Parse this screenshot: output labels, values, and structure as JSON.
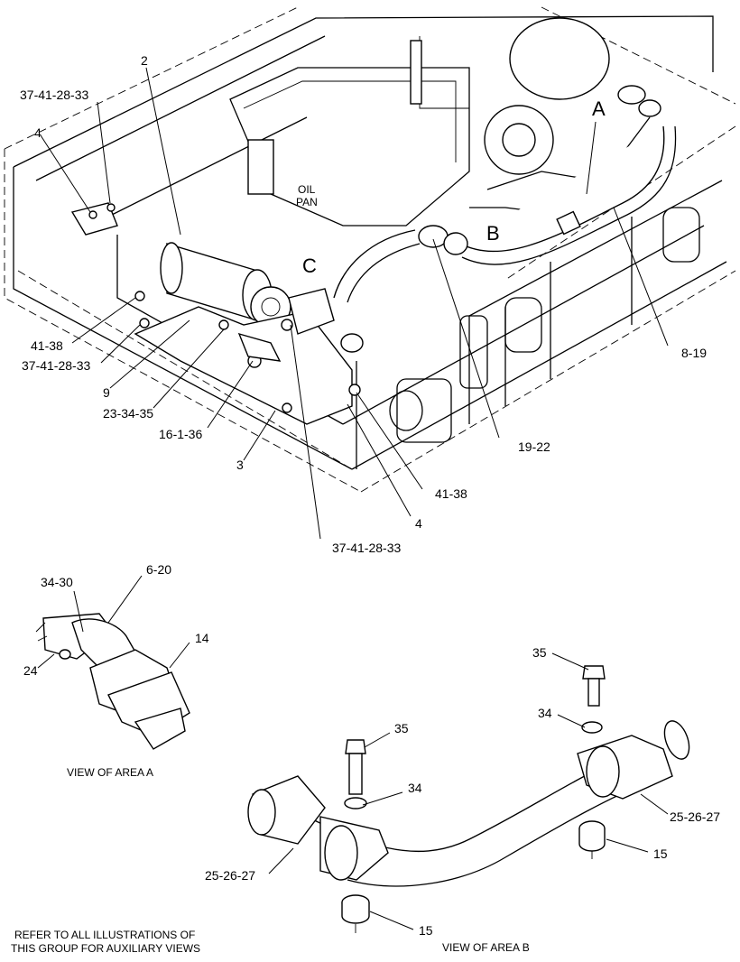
{
  "labels": {
    "area_a": "A",
    "area_b": "B",
    "area_c": "C",
    "oil_pan_1": "OIL",
    "oil_pan_2": "PAN"
  },
  "callouts": {
    "c_37_41_28_33_a": "37-41-28-33",
    "c_4_a": "4",
    "c_2": "2",
    "c_41_38_a": "41-38",
    "c_37_41_28_33_b": "37-41-28-33",
    "c_9": "9",
    "c_23_34_35": "23-34-35",
    "c_16_1_36": "16-1-36",
    "c_3": "3",
    "c_41_38_b": "41-38",
    "c_4_b": "4",
    "c_37_41_28_33_c": "37-41-28-33",
    "c_19_22": "19-22",
    "c_8_19": "8-19",
    "c_34_30": "34-30",
    "c_6_20": "6-20",
    "c_24": "24",
    "c_14": "14",
    "c_35_a": "35",
    "c_34_a": "34",
    "c_35_b": "35",
    "c_34_b": "34",
    "c_25_26_27_a": "25-26-27",
    "c_25_26_27_b": "25-26-27",
    "c_15_a": "15",
    "c_15_b": "15"
  },
  "captions": {
    "view_area_a": "VIEW OF AREA A",
    "view_area_b": "VIEW OF AREA B",
    "note_line1": "REFER TO ALL ILLUSTRATIONS OF",
    "note_line2": "THIS GROUP FOR AUXILIARY VIEWS"
  }
}
